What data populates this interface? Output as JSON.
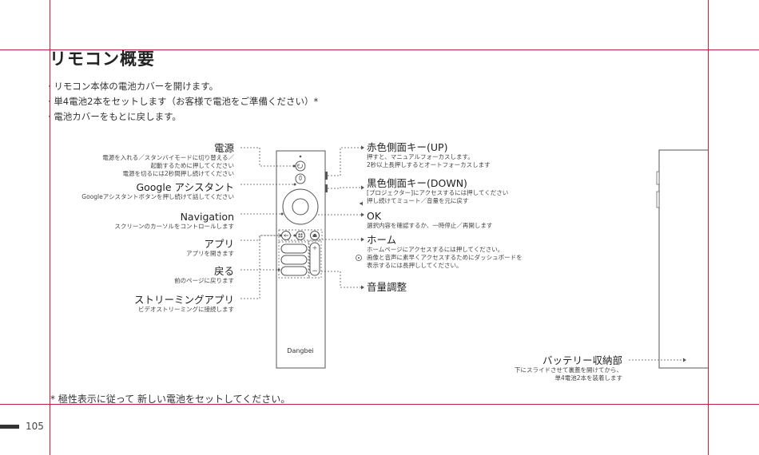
{
  "title": "リモコン概要",
  "bullets": [
    "リモコン本体の電池カバーを開けます。",
    "単4電池2本をセットします（お客様で電池をご準備ください）*",
    "電池カバーをもとに戻します。"
  ],
  "labels_left": {
    "power": {
      "title": "電源",
      "desc": [
        "電源を入れる／スタンバイモードに切り替える／",
        "起動するために押してください",
        "電源を切るには2秒間押し続けてください"
      ]
    },
    "google": {
      "title": "Google アシスタント",
      "desc": [
        "Googleアシスタントボタンを押し続けて話してください"
      ]
    },
    "navigation": {
      "title": "Navigation",
      "desc": [
        "スクリーンのカーソルをコントロールします"
      ]
    },
    "apps": {
      "title": "アプリ",
      "desc": [
        "アプリを開きます"
      ]
    },
    "back": {
      "title": "戻る",
      "desc": [
        "前のページに戻ります"
      ]
    },
    "streaming": {
      "title": "ストリーミングアプリ",
      "desc": [
        "ビデオストリーミングに接続します"
      ]
    }
  },
  "labels_right": {
    "red_key": {
      "title": "赤色側面キー(UP)",
      "desc": [
        "押すと、マニュアルフォーカスします。",
        "2秒以上長押しするとオートフォーカスします"
      ]
    },
    "black_key": {
      "title": "黒色側面キー(DOWN)",
      "desc": [
        "[プロジェクター]にアクセスするには押してください",
        "押し続けてミュート／音量を元に戻す"
      ]
    },
    "ok": {
      "title": "OK",
      "desc": [
        "選択内容を確認するか、一時停止／再開します"
      ]
    },
    "home": {
      "title": "ホーム",
      "desc": [
        "ホームページにアクセスするには押してください。",
        "画像と音声に素早くアクセスするためにダッシュボードを",
        "表示するには長押ししてください。"
      ]
    },
    "volume": {
      "title": "音量調整"
    },
    "battery": {
      "title": "バッテリー収納部",
      "desc": [
        "下にスライドさせて裏蓋を開けてから、",
        "単4電池2本を装着します"
      ]
    }
  },
  "remote": {
    "brand": "Dangbei"
  },
  "footnote": "* 極性表示に従って 新しい電池をセットしてください。",
  "page_number": "105",
  "colors": {
    "crop_mark": "#c0203c",
    "text": "#333333",
    "line": "#555555"
  }
}
